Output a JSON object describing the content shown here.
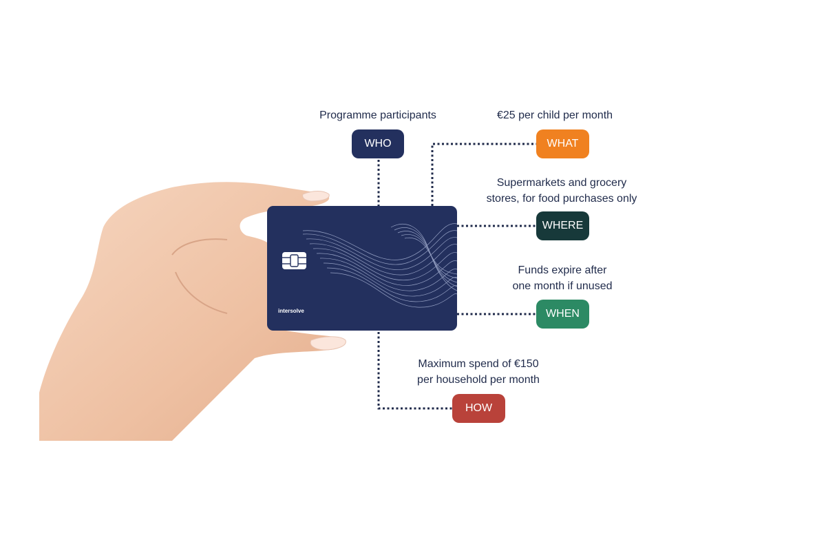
{
  "brand": {
    "card_logo": "intersolve"
  },
  "items": [
    {
      "key": "who",
      "label": "WHO",
      "caption": "Programme participants",
      "color": "#23305e"
    },
    {
      "key": "what",
      "label": "WHAT",
      "caption": "€25 per child per month",
      "color": "#f08120"
    },
    {
      "key": "where",
      "label": "WHERE",
      "caption": [
        "Supermarkets and grocery",
        "stores, for food purchases only"
      ],
      "color": "#17393a"
    },
    {
      "key": "when",
      "label": "WHEN",
      "caption": [
        "Funds expire after",
        "one month if unused"
      ],
      "color": "#2c8a64"
    },
    {
      "key": "how",
      "label": "HOW",
      "caption": [
        "Maximum spend of €150",
        "per household per month"
      ],
      "color": "#b9423a"
    }
  ],
  "colors": {
    "card": "#23305e",
    "connector": "#1f2a4a",
    "text": "#1f2a4a",
    "skin": "#f0c7ab"
  }
}
